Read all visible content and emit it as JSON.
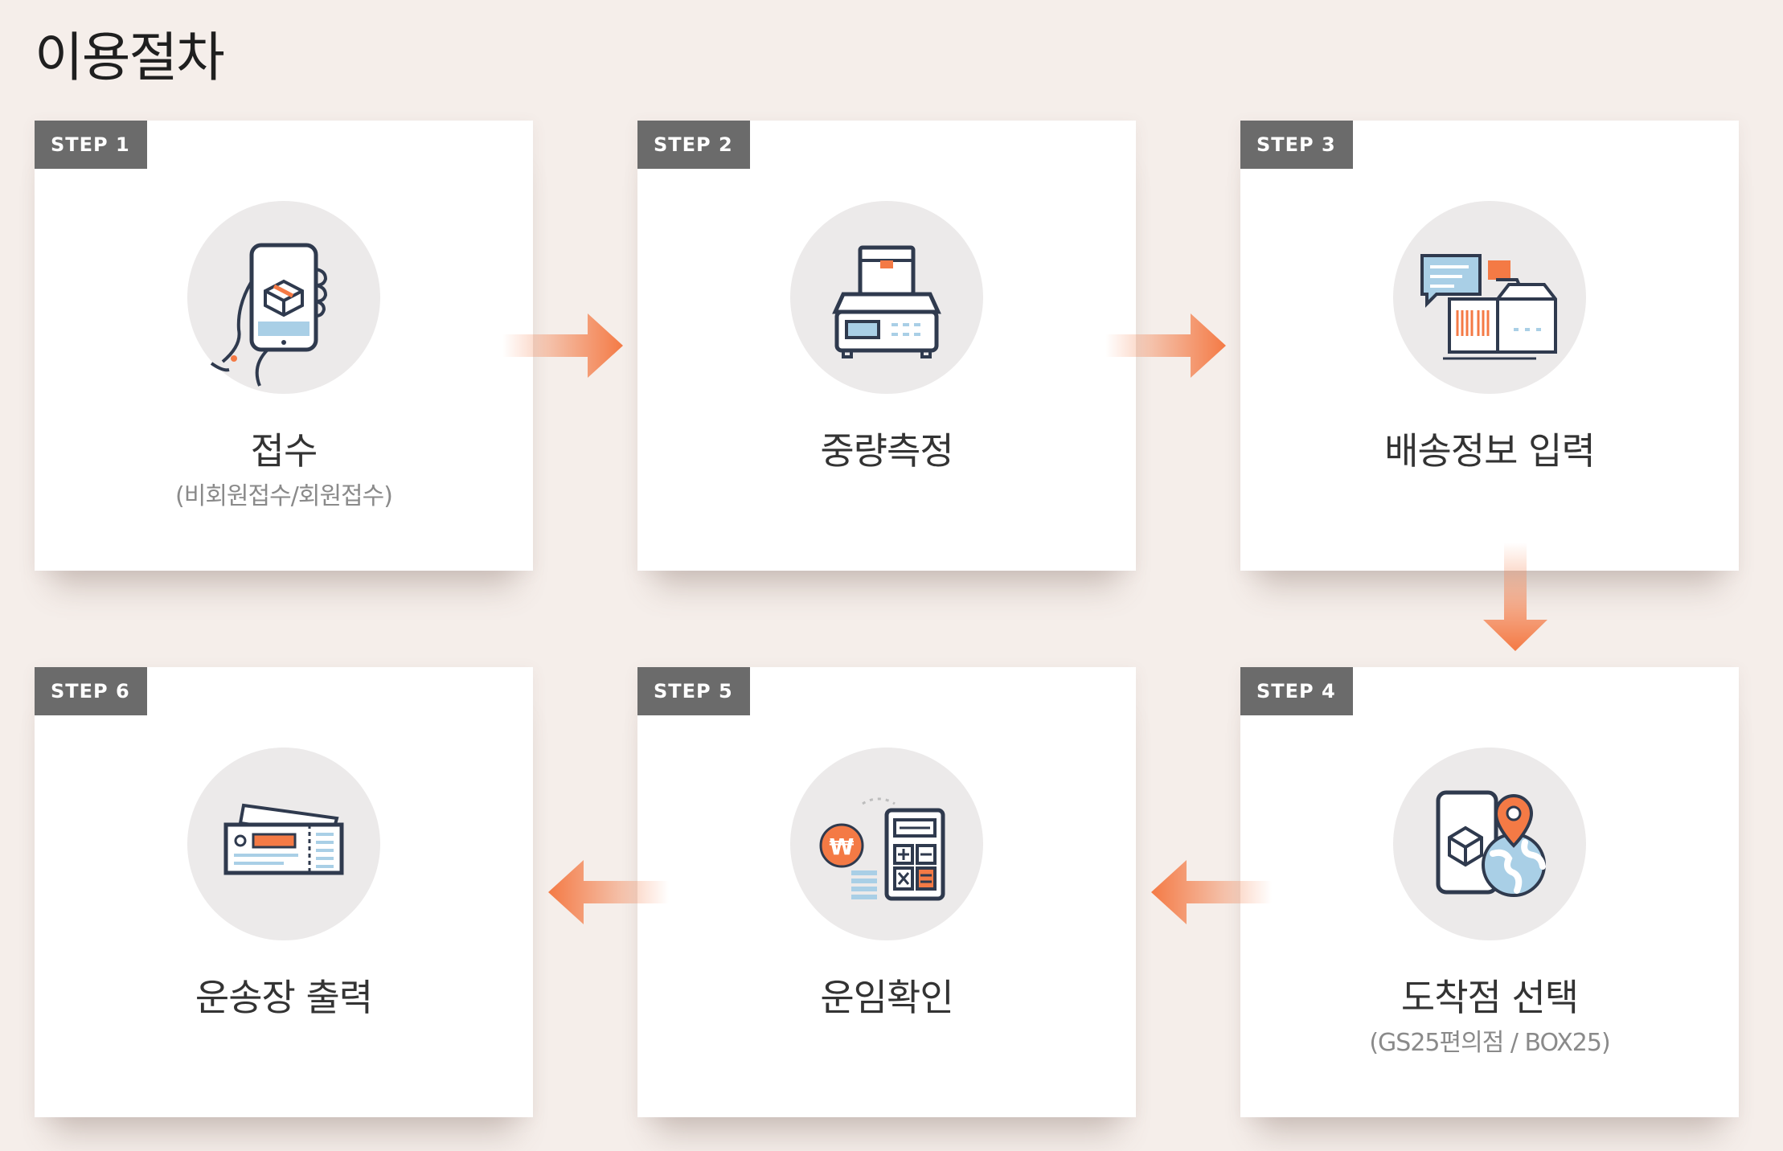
{
  "page_title": "이용절차",
  "colors": {
    "accent": "#f47a45",
    "badge": "#6b6b6b",
    "background": "#f5eeea",
    "card": "#ffffff",
    "icon_bg": "#eceaea",
    "navy": "#2f3a4e",
    "light_blue": "#a9cfe6"
  },
  "steps": [
    {
      "badge": "STEP 1",
      "title": "접수",
      "subtitle": "(비회원접수/회원접수)",
      "icon": "phone-box-icon"
    },
    {
      "badge": "STEP 2",
      "title": "중량측정",
      "subtitle": "",
      "icon": "scale-icon"
    },
    {
      "badge": "STEP 3",
      "title": "배송정보 입력",
      "subtitle": "",
      "icon": "delivery-info-icon"
    },
    {
      "badge": "STEP 4",
      "title": "도착점 선택",
      "subtitle": "(GS25편의점 / BOX25)",
      "icon": "location-pin-icon"
    },
    {
      "badge": "STEP 5",
      "title": "운임확인",
      "subtitle": "",
      "icon": "calculator-icon"
    },
    {
      "badge": "STEP 6",
      "title": "운송장 출력",
      "subtitle": "",
      "icon": "waybill-icon"
    }
  ]
}
